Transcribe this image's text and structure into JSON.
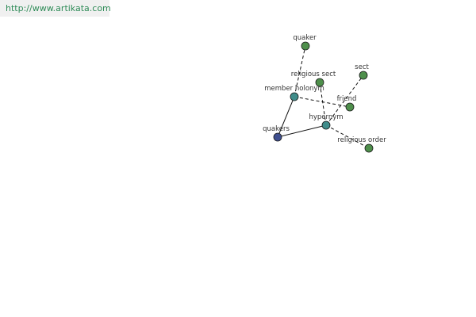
{
  "banner": {
    "url": "http://www.artikata.com"
  },
  "graph": {
    "colors": {
      "root": "#3f4f8f",
      "relation": "#3f8c8a",
      "leaf": "#4e8f4b"
    },
    "nodes": [
      {
        "id": "quakers",
        "label": "quakers",
        "kind": "root"
      },
      {
        "id": "member-holonym",
        "label": "member holonym",
        "kind": "relation"
      },
      {
        "id": "hypernym",
        "label": "hypernym",
        "kind": "relation"
      },
      {
        "id": "quaker",
        "label": "quaker",
        "kind": "leaf"
      },
      {
        "id": "religious-sect",
        "label": "religious sect",
        "kind": "leaf"
      },
      {
        "id": "sect",
        "label": "sect",
        "kind": "leaf"
      },
      {
        "id": "friend",
        "label": "friend",
        "kind": "leaf"
      },
      {
        "id": "religious-order",
        "label": "religious order",
        "kind": "leaf"
      }
    ],
    "edges": [
      {
        "from": "quakers",
        "to": "member-holonym",
        "style": "solid"
      },
      {
        "from": "quakers",
        "to": "hypernym",
        "style": "solid"
      },
      {
        "from": "member-holonym",
        "to": "quaker",
        "style": "dashed"
      },
      {
        "from": "member-holonym",
        "to": "friend",
        "style": "dashed"
      },
      {
        "from": "hypernym",
        "to": "religious-sect",
        "style": "dashed"
      },
      {
        "from": "hypernym",
        "to": "sect",
        "style": "dashed"
      },
      {
        "from": "hypernym",
        "to": "religious-order",
        "style": "dashed"
      }
    ]
  }
}
